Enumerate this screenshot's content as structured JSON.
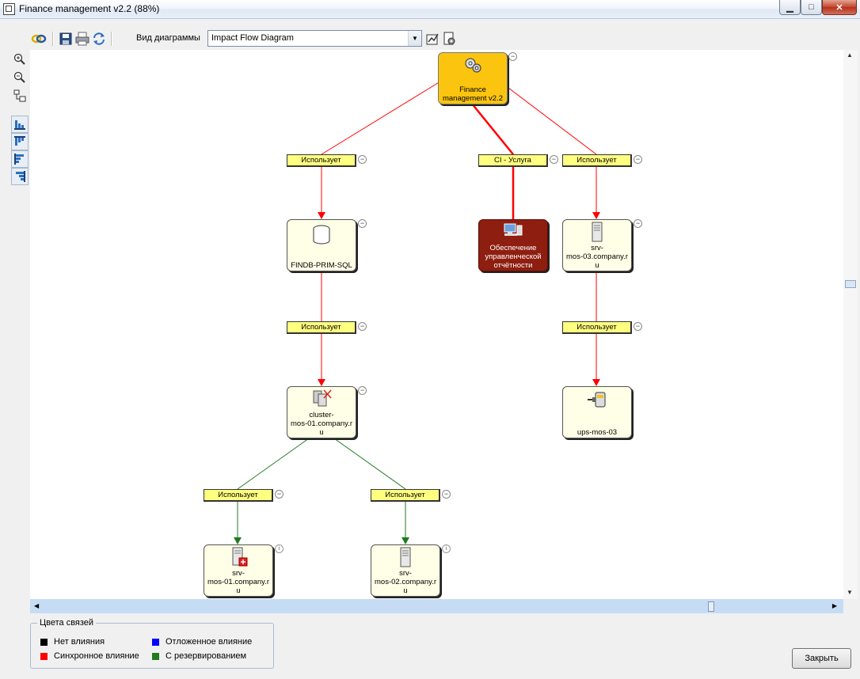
{
  "window": {
    "title": "Finance management v2.2 (88%)",
    "controls": {
      "minimize": "▁",
      "maximize": "□",
      "close": "✕"
    }
  },
  "toolbar": {
    "diagram_type_label": "Вид диаграммы",
    "diagram_type_value": "Impact Flow Diagram",
    "icons": [
      "links-icon",
      "save-icon",
      "print-icon",
      "refresh-icon",
      "export-icon",
      "settings-icon"
    ]
  },
  "left_toolbar": {
    "icons": [
      "zoom-in-icon",
      "zoom-out-icon",
      "fit-icon",
      "layout-bottom-icon",
      "layout-top-icon",
      "layout-left-icon",
      "layout-right-icon"
    ]
  },
  "diagram": {
    "nodes": {
      "root": {
        "label": "Finance management v2.2",
        "line1": "Finance",
        "line2": "management v2.2"
      },
      "findb": {
        "label": "FINDB-PRIM-SQL"
      },
      "report": {
        "line1": "Обеспечение",
        "line2": "управленческой",
        "line3": "отчётности"
      },
      "srv03": {
        "line1": "srv-",
        "line2": "mos-03.company.r",
        "line3": "u"
      },
      "cluster": {
        "line1": "cluster-",
        "line2": "mos-01.company.r",
        "line3": "u"
      },
      "ups": {
        "label": "ups-mos-03"
      },
      "srv01": {
        "line1": "srv-",
        "line2": "mos-01.company.r",
        "line3": "u"
      },
      "srv02": {
        "line1": "srv-",
        "line2": "mos-02.company.r",
        "line3": "u"
      }
    },
    "edge_labels": {
      "uses": "Использует",
      "ci_service": "CI - Услуга"
    },
    "colors": {
      "sync": "#ff0000",
      "redundant": "#217a21",
      "root_fill": "#fbc40e",
      "report_fill": "#8e1e10",
      "node_fill": "#fffee6",
      "label_fill": "#ffff80"
    }
  },
  "legend": {
    "title": "Цвета связей",
    "items": [
      {
        "label": "Нет влияния",
        "color": "#000000"
      },
      {
        "label": "Синхронное влияние",
        "color": "#ff0000"
      },
      {
        "label": "Отложенное влияние",
        "color": "#0000ff"
      },
      {
        "label": "С резервированием",
        "color": "#217a21"
      }
    ]
  },
  "buttons": {
    "close": "Закрыть"
  }
}
